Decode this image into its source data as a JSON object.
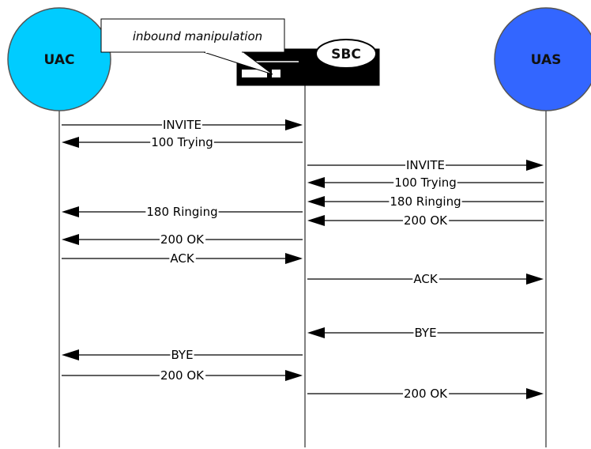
{
  "participants": {
    "uac": {
      "label": "UAC",
      "color": "#00ccff"
    },
    "sbc": {
      "label": "SBC",
      "color": "#000000"
    },
    "uas": {
      "label": "UAS",
      "color": "#3366ff"
    }
  },
  "callout": {
    "text": "inbound manipulation"
  },
  "messages": [
    {
      "label": "INVITE",
      "from": "uac",
      "to": "sbc"
    },
    {
      "label": "100 Trying",
      "from": "sbc",
      "to": "uac"
    },
    {
      "label": "INVITE",
      "from": "sbc",
      "to": "uas"
    },
    {
      "label": "100 Trying",
      "from": "uas",
      "to": "sbc"
    },
    {
      "label": "180 Ringing",
      "from": "uas",
      "to": "sbc"
    },
    {
      "label": "180 Ringing",
      "from": "sbc",
      "to": "uac"
    },
    {
      "label": "200 OK",
      "from": "uas",
      "to": "sbc"
    },
    {
      "label": "200 OK",
      "from": "sbc",
      "to": "uac"
    },
    {
      "label": "ACK",
      "from": "uac",
      "to": "sbc"
    },
    {
      "label": "ACK",
      "from": "sbc",
      "to": "uas"
    },
    {
      "label": "BYE",
      "from": "uas",
      "to": "sbc"
    },
    {
      "label": "BYE",
      "from": "sbc",
      "to": "uac"
    },
    {
      "label": "200 OK",
      "from": "uac",
      "to": "sbc"
    },
    {
      "label": "200 OK",
      "from": "sbc",
      "to": "uas"
    }
  ]
}
